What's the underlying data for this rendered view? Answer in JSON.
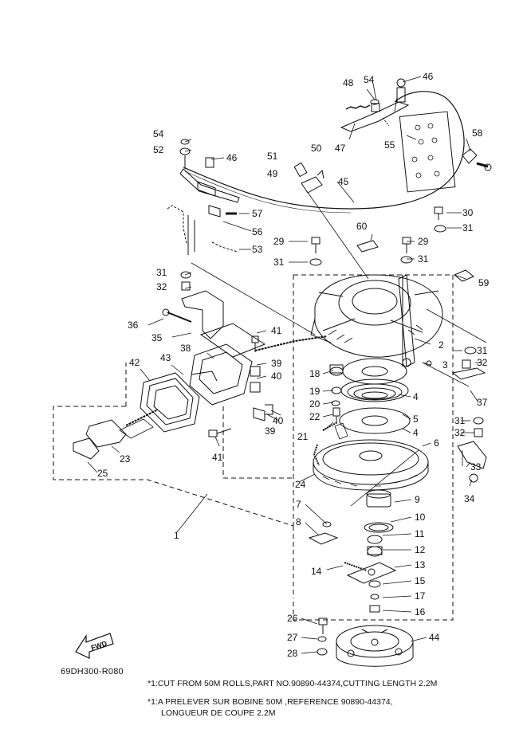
{
  "callouts": [
    "1",
    "2",
    "3",
    "4",
    "4",
    "5",
    "6",
    "7",
    "8",
    "9",
    "10",
    "11",
    "12",
    "13",
    "14",
    "15",
    "16",
    "17",
    "18",
    "19",
    "20",
    "21",
    "22",
    "23",
    "24",
    "25",
    "26",
    "27",
    "28",
    "29",
    "29",
    "30",
    "31",
    "31",
    "31",
    "31",
    "31",
    "31",
    "32",
    "32",
    "32",
    "33",
    "34",
    "35",
    "36",
    "37",
    "38",
    "39",
    "39",
    "40",
    "40",
    "41",
    "41",
    "42",
    "43",
    "44",
    "45",
    "46",
    "46",
    "47",
    "48",
    "49",
    "50",
    "51",
    "52",
    "53",
    "54",
    "54",
    "55",
    "56",
    "57",
    "58",
    "59",
    "60"
  ],
  "fwd_label": "FWD",
  "reference_code": "69DH300-R080",
  "notes": {
    "en": "*1:CUT FROM 50M ROLLS,PART NO.90890-44374,CUTTING LENGTH 2.2M",
    "fr_line1": "*1:A PRELEVER SUR BOBINE 50M ,REFERENCE 90890-44374,",
    "fr_line2": "LONGUEUR DE COUPE 2.2M"
  }
}
